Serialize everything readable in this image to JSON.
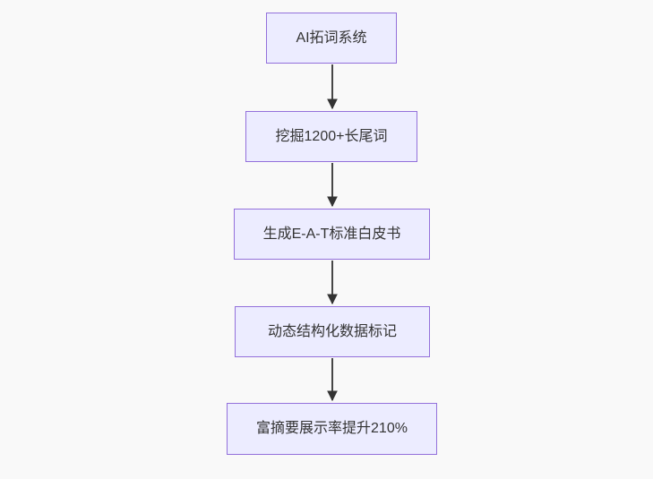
{
  "diagram": {
    "type": "flowchart",
    "direction": "top-down",
    "background_color": "#f9f9f9",
    "node_style": {
      "fill": "#ECECFF",
      "border": "#9370DB",
      "text_color": "#333333"
    },
    "edge_style": {
      "stroke": "#333333",
      "arrowhead": "filled-triangle-down"
    },
    "nodes": [
      {
        "id": "step-1",
        "label": "AI拓词系统"
      },
      {
        "id": "step-2",
        "label": "挖掘1200+长尾词"
      },
      {
        "id": "step-3",
        "label": "生成E-A-T标准白皮书"
      },
      {
        "id": "step-4",
        "label": "动态结构化数据标记"
      },
      {
        "id": "step-5",
        "label": "富摘要展示率提升210%"
      }
    ],
    "edges": [
      {
        "from": "step-1",
        "to": "step-2"
      },
      {
        "from": "step-2",
        "to": "step-3"
      },
      {
        "from": "step-3",
        "to": "step-4"
      },
      {
        "from": "step-4",
        "to": "step-5"
      }
    ]
  }
}
